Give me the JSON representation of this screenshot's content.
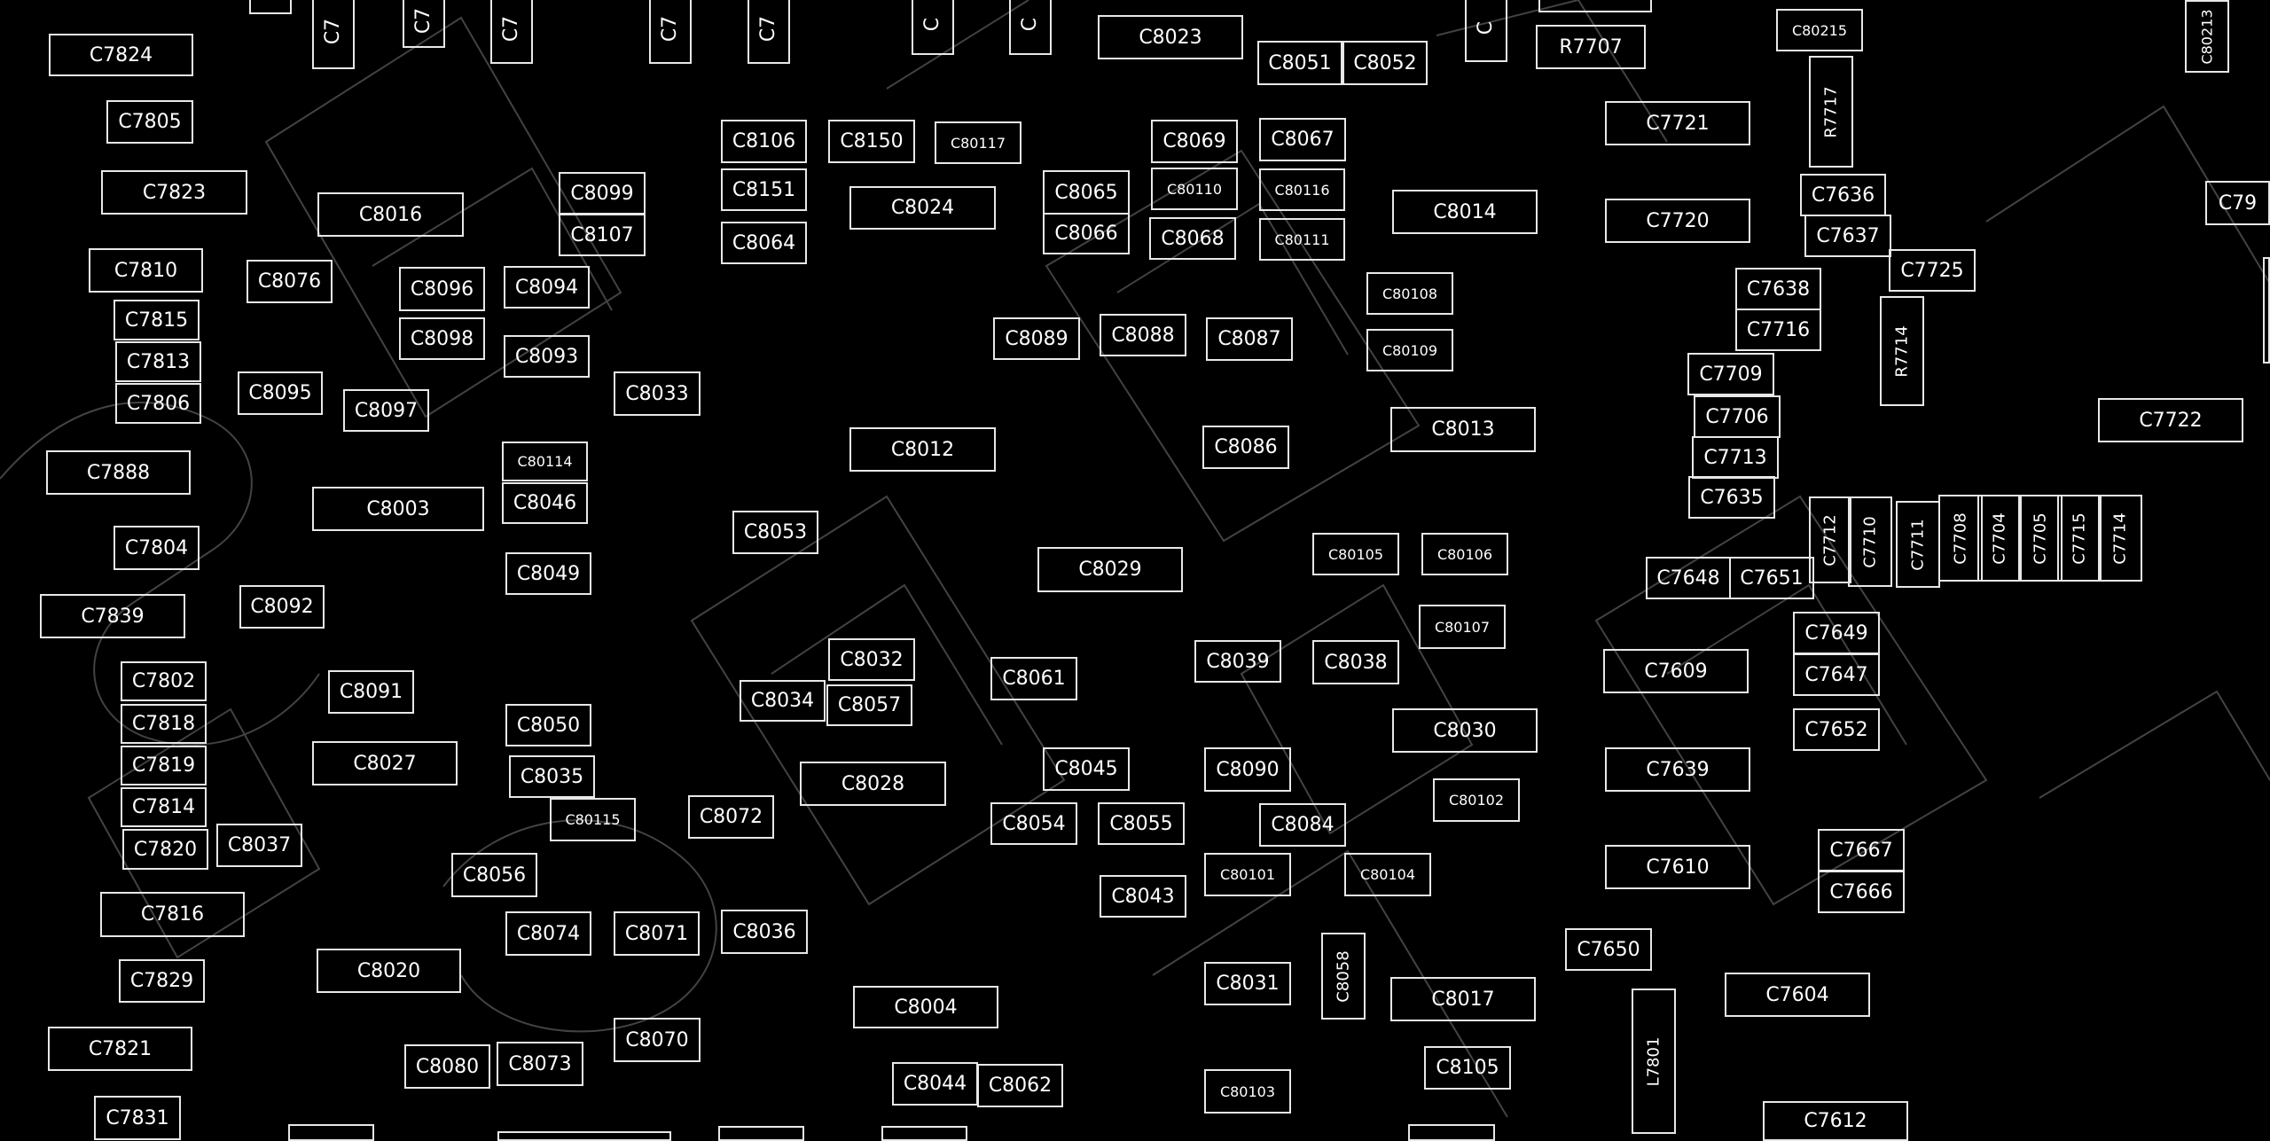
{
  "board": {
    "background": "#000000",
    "outline_color": "#e8e8e8",
    "watermark_color": "#4a4a4a",
    "components": {
      "c7824": "C7824",
      "c7805": "C7805",
      "c7823": "C7823",
      "c7810": "C7810",
      "c7815": "C7815",
      "c7813": "C7813",
      "c7806": "C7806",
      "c7888": "C7888",
      "c7804": "C7804",
      "c7839": "C7839",
      "c7802": "C7802",
      "c7818": "C7818",
      "c7819": "C7819",
      "c7814": "C7814",
      "c7820": "C7820",
      "c7816": "C7816",
      "c7829": "C7829",
      "c7821": "C7821",
      "c7831": "C7831",
      "c8016": "C8016",
      "c8076": "C8076",
      "c8095": "C8095",
      "c8097": "C8097",
      "c8003": "C8003",
      "c8092": "C8092",
      "c8091": "C8091",
      "c8027": "C8027",
      "c8037": "C8037",
      "c8056": "C8056",
      "c8020": "C8020",
      "c8080": "C8080",
      "c8096": "C8096",
      "c8098": "C8098",
      "c8094": "C8094",
      "c8093": "C8093",
      "c8099": "C8099",
      "c8107": "C8107",
      "c8033": "C8033",
      "c80114": "C80114",
      "c8046": "C8046",
      "c8049": "C8049",
      "c8050": "C8050",
      "c8035": "C8035",
      "c80115": "C80115",
      "c8074": "C8074",
      "c8071": "C8071",
      "c8073": "C8073",
      "c8070": "C8070",
      "c8106": "C8106",
      "c8150": "C8150",
      "c80117": "C80117",
      "c8151": "C8151",
      "c8064": "C8064",
      "c8024": "C8024",
      "c8012": "C8012",
      "c8053": "C8053",
      "c8032": "C8032",
      "c8034": "C8034",
      "c8057": "C8057",
      "c8072": "C8072",
      "c8028": "C8028",
      "c8036": "C8036",
      "c8004": "C8004",
      "c8044": "C8044",
      "c8062": "C8062",
      "c8023": "C8023",
      "c8065": "C8065",
      "c8066": "C8066",
      "c8069": "C8069",
      "c80110": "C80110",
      "c8068": "C8068",
      "c8089": "C8089",
      "c8088": "C8088",
      "c8029": "C8029",
      "c8061": "C8061",
      "c8045": "C8045",
      "c8054": "C8054",
      "c8055": "C8055",
      "c8043": "C8043",
      "c8051": "C8051",
      "c8052": "C8052",
      "c8067": "C8067",
      "c80116": "C80116",
      "c80111": "C80111",
      "c8087": "C8087",
      "c8086": "C8086",
      "c80108": "C80108",
      "c80109": "C80109",
      "c8014": "C8014",
      "c8013": "C8013",
      "c80105": "C80105",
      "c80106": "C80106",
      "c80107": "C80107",
      "c8039": "C8039",
      "c8038": "C8038",
      "c8030": "C8030",
      "c8090": "C8090",
      "c8084": "C8084",
      "c80102": "C80102",
      "c80101": "C80101",
      "c80104": "C80104",
      "c8031": "C8031",
      "c8058": "C8058",
      "c8017": "C8017",
      "c8105": "C8105",
      "c80103": "C80103",
      "r7707": "R7707",
      "c80215": "C80215",
      "r7717": "R7717",
      "c7721": "C7721",
      "c7720": "C7720",
      "c7636": "C7636",
      "c7637": "C7637",
      "c7725": "C7725",
      "c7638": "C7638",
      "c7716": "C7716",
      "r7714": "R7714",
      "c7709": "C7709",
      "c7706": "C7706",
      "c7713": "C7713",
      "c7635": "C7635",
      "c7648": "C7648",
      "c7651": "C7651",
      "c7712": "C7712",
      "c7710": "C7710",
      "c7711": "C7711",
      "c7708": "C7708",
      "c7704": "C7704",
      "c7705": "C7705",
      "c7715": "C7715",
      "c7714": "C7714",
      "c7649": "C7649",
      "c7609": "C7609",
      "c7647": "C7647",
      "c7652": "C7652",
      "c7639": "C7639",
      "c7667": "C7667",
      "c7610": "C7610",
      "c7666": "C7666",
      "c7650": "C7650",
      "c7604": "C7604",
      "l7801": "L7801",
      "c7612": "C7612",
      "c7722": "C7722",
      "c80213": "C80213",
      "c79_partial": "C79",
      "c7_a": "C7",
      "c7_b": "C7",
      "c7_c": "C7",
      "c7_d": "C7",
      "c7_e": "C7",
      "c_f": "C",
      "c_g": "C",
      "c_h": "C"
    }
  }
}
